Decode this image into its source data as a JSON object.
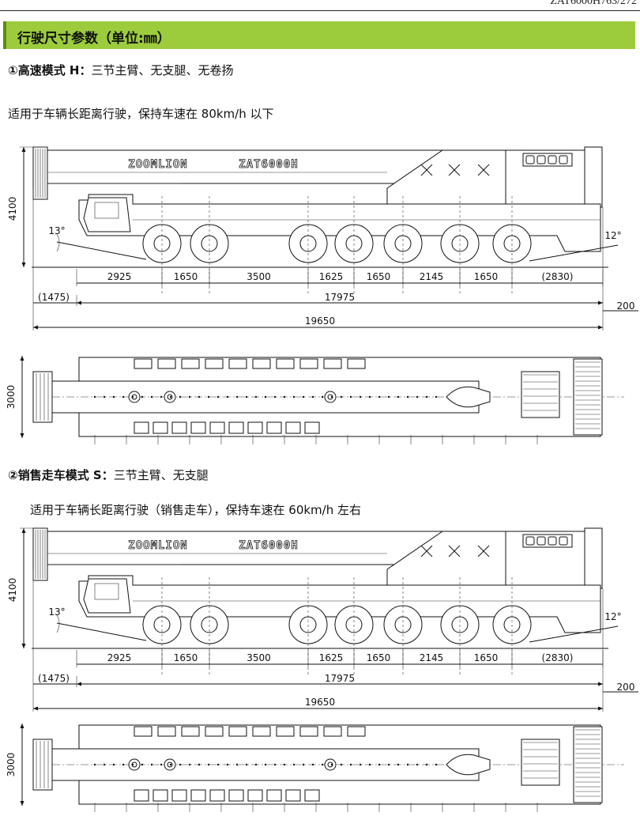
{
  "header": {
    "doc_code": "ZAT6000H763/272"
  },
  "section": {
    "title": "行驶尺寸参数（单位:㎜）"
  },
  "modes": [
    {
      "prefix": "①高速模式 H：",
      "features": "三节主臂、无支腿、无卷扬",
      "description": "适用于车辆长距离行驶，保持车速在 80km/h 以下",
      "drawing": {
        "brand": "ZOOMLION",
        "model": "ZAT6000H",
        "height": "4100",
        "width": "3000",
        "approach_angle": "13°",
        "departure_angle": "12°",
        "spacings": [
          "2925",
          "1650",
          "3500",
          "1625",
          "1650",
          "2145",
          "1650",
          "(2830)"
        ],
        "front_overhang": "(1475)",
        "wheelbase_total": "17975",
        "rear_extra": "200",
        "overall_length": "19650"
      }
    },
    {
      "prefix": "②销售走车模式 S：",
      "features": "三节主臂、无支腿",
      "description": "适用于车辆长距离行驶（销售走车），保持车速在 60km/h 左右",
      "drawing": {
        "brand": "ZOOMLION",
        "model": "ZAT6000H",
        "height": "4100",
        "width": "3000",
        "approach_angle": "13°",
        "departure_angle": "12°",
        "spacings": [
          "2925",
          "1650",
          "3500",
          "1625",
          "1650",
          "2145",
          "1650",
          "(2830)"
        ],
        "front_overhang": "(1475)",
        "wheelbase_total": "17975",
        "rear_extra": "200",
        "overall_length": "19650"
      }
    }
  ]
}
